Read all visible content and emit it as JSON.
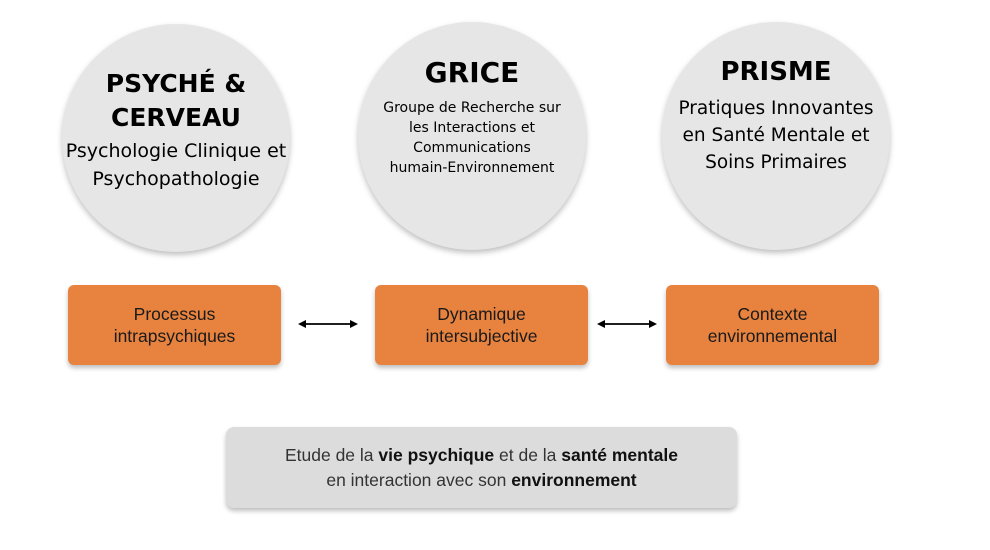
{
  "circles": [
    {
      "title_lines": [
        "PSYCHÉ &",
        "CERVEAU"
      ],
      "subtitle_lines": [
        "Psychologie Clinique et",
        "Psychopathologie"
      ]
    },
    {
      "title_lines": [
        "GRICE"
      ],
      "subtitle_lines": [
        "Groupe de Recherche sur",
        "les Interactions et",
        "Communications",
        "humain-Environnement"
      ]
    },
    {
      "title_lines": [
        "PRISME"
      ],
      "subtitle_lines": [
        "Pratiques Innovantes",
        "en Santé Mentale et",
        "Soins Primaires"
      ]
    }
  ],
  "boxes": [
    {
      "lines": [
        "Processus",
        "intrapsychiques"
      ]
    },
    {
      "lines": [
        "Dynamique",
        "intersubjective"
      ]
    },
    {
      "lines": [
        "Contexte",
        "environnemental"
      ]
    }
  ],
  "summary": {
    "line1_a": "Etude de la ",
    "line1_b": "vie psychique",
    "line1_c": " et de la ",
    "line1_d": "santé mentale",
    "line2_a": "en interaction avec son ",
    "line2_b": "environnement"
  },
  "colors": {
    "circle_fill": "#e6e6e6",
    "box_fill": "#e8833f",
    "summary_fill": "#dcdcdc",
    "arrow": "#000000"
  },
  "icons": {
    "arrows": "double-headed-arrow"
  }
}
